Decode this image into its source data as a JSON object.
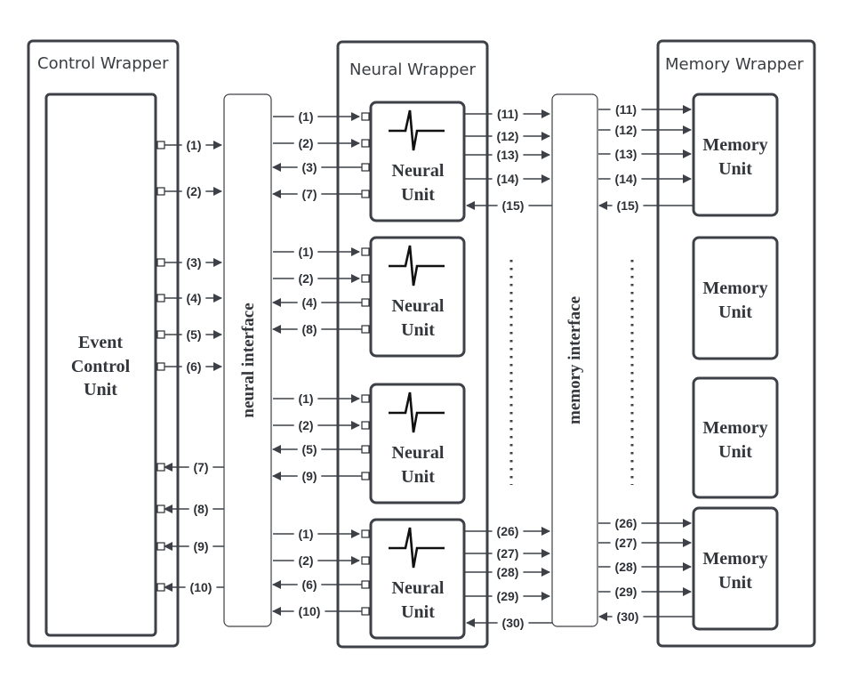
{
  "wrappers": {
    "control": "Control Wrapper",
    "neural": "Neural Wrapper",
    "memory": "Memory Wrapper"
  },
  "units": {
    "event_control": [
      "Event",
      "Control",
      "Unit"
    ],
    "neural": [
      "Neural",
      "Unit"
    ],
    "memory": [
      "Memory",
      "Unit"
    ]
  },
  "interfaces": {
    "neural": "neural interface",
    "memory": "memory interface"
  },
  "control_signals": {
    "to_neural": [
      "(1)",
      "(2)",
      "(3)",
      "(4)",
      "(5)",
      "(6)"
    ],
    "from_neural": [
      "(7)",
      "(8)",
      "(9)",
      "(10)"
    ]
  },
  "neural_units": [
    {
      "in": [
        "(1)",
        "(2)"
      ],
      "out": [
        "(3)",
        "(7)"
      ],
      "mem_out": [
        "(11)",
        "(12)",
        "(13)",
        "(14)"
      ],
      "mem_in": "(15)"
    },
    {
      "in": [
        "(1)",
        "(2)"
      ],
      "out": [
        "(4)",
        "(8)"
      ]
    },
    {
      "in": [
        "(1)",
        "(2)"
      ],
      "out": [
        "(5)",
        "(9)"
      ]
    },
    {
      "in": [
        "(1)",
        "(2)"
      ],
      "out": [
        "(6)",
        "(10)"
      ],
      "mem_out": [
        "(26)",
        "(27)",
        "(28)",
        "(29)"
      ],
      "mem_in": "(30)"
    }
  ],
  "memory_units": [
    {
      "in": [
        "(11)",
        "(12)",
        "(13)",
        "(14)"
      ],
      "out": "(15)"
    },
    {},
    {},
    {
      "in": [
        "(26)",
        "(27)",
        "(28)",
        "(29)"
      ],
      "out": "(30)"
    }
  ]
}
